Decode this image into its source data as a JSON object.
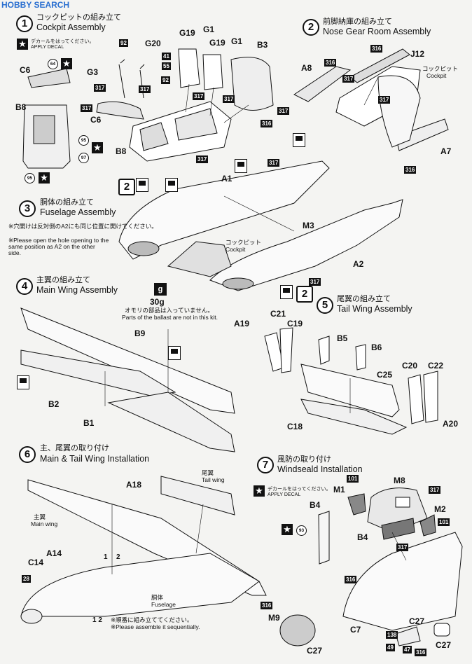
{
  "watermark": "HOBBY SEARCH",
  "steps": [
    {
      "num": "1",
      "jp": "コックピットの組み立て",
      "en": "Cockpit Assembly"
    },
    {
      "num": "2",
      "jp": "前脚納庫の組み立て",
      "en": "Nose Gear Room Assembly"
    },
    {
      "num": "3",
      "jp": "胴体の組み立て",
      "en": "Fuselage Assembly"
    },
    {
      "num": "4",
      "jp": "主翼の組み立て",
      "en": "Main Wing Assembly"
    },
    {
      "num": "5",
      "jp": "尾翼の組み立て",
      "en": "Tail Wing Assembly"
    },
    {
      "num": "6",
      "jp": "主、尾翼の取り付け",
      "en": "Main & Tail Wing Installation"
    },
    {
      "num": "7",
      "jp": "風防の取り付け",
      "en": "Windseald Installation"
    }
  ],
  "decal_note_jp": "デカールをはってください。",
  "decal_note_en": "APPLY DECAL",
  "step3_note_jp": "※穴開けは反対側のA2にも同じ位置に開けてください。",
  "step3_note_en1": "※Please open the hole opening to the",
  "step3_note_en2": "same position as A2 on the other",
  "step3_note_en3": "side.",
  "ballast_weight": "30g",
  "ballast_label": "g",
  "ballast_jp": "オモリの部品は入っていません。",
  "ballast_en": "Parts of the ballast are not in this kit.",
  "seq_jp": "※順番に組み立ててください。",
  "seq_en": "※Please assemble it sequentially.",
  "cockpit_jp": "コックピット",
  "cockpit_en": "Cockpit",
  "tailwing_jp": "尾翼",
  "tailwing_en": "Tail wing",
  "mainwing_jp": "主翼",
  "mainwing_en": "Main wing",
  "fuselage_jp": "胴体",
  "fuselage_en": "Fuselage",
  "seq_marks": [
    "1",
    "2",
    "1 2"
  ],
  "parts": [
    "G19",
    "G1",
    "G19",
    "G1",
    "B3",
    "G20",
    "C6",
    "C6",
    "B8",
    "B8",
    "G3",
    "A8",
    "J12",
    "A7",
    "A1",
    "M3",
    "A2",
    "B9",
    "B2",
    "B1",
    "A19",
    "C21",
    "C19",
    "B5",
    "B6",
    "C25",
    "C20",
    "C22",
    "A20",
    "C18",
    "A18",
    "A14",
    "C14",
    "M1",
    "M8",
    "M2",
    "B4",
    "B4",
    "M9",
    "C7",
    "C27",
    "C27"
  ],
  "paint_codes": [
    "92",
    "92",
    "41",
    "55",
    "317",
    "317",
    "317",
    "317",
    "317",
    "316",
    "317",
    "317",
    "316",
    "316",
    "317",
    "317",
    "316",
    "317",
    "317",
    "316",
    "101",
    "317",
    "101",
    "317",
    "316",
    "316",
    "138",
    "49",
    "47",
    "316",
    "28"
  ],
  "decal_nums": [
    "64",
    "95",
    "97",
    "95",
    "93"
  ]
}
